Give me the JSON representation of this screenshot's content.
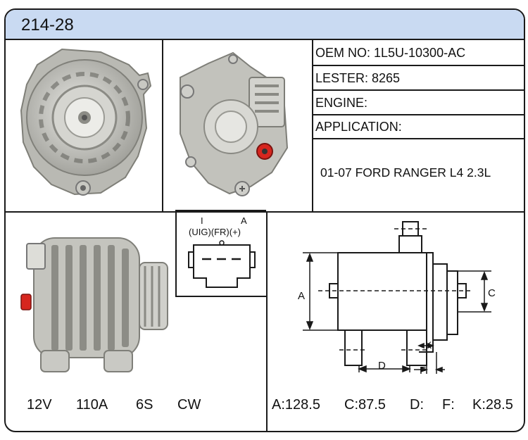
{
  "part_number": "214-28",
  "info": {
    "oem": "OEM NO: 1L5U-10300-AC",
    "lester": "LESTER: 8265",
    "engine": "ENGINE:",
    "application": "APPLICATION:",
    "application_value": "01-07 FORD RANGER L4 2.3L"
  },
  "connector": {
    "pin_top_left": "I",
    "pin_top_right": "A",
    "pins_label": "(UIG)(FR)(+)"
  },
  "specs_left": {
    "voltage": "12V",
    "amperage": "110A",
    "pulley": "6S",
    "rotation": "CW"
  },
  "dimension_labels": {
    "a": "A",
    "c": "C",
    "d": "D",
    "f": "F",
    "k": "K"
  },
  "specs_right": {
    "a": "A:128.5",
    "c": "C:87.5",
    "d": "D:",
    "f": "F:",
    "k": "K:28.5"
  },
  "colors": {
    "header_bg": "#c9daf2",
    "border": "#1a1a1a",
    "terminal_red": "#d6261f"
  }
}
